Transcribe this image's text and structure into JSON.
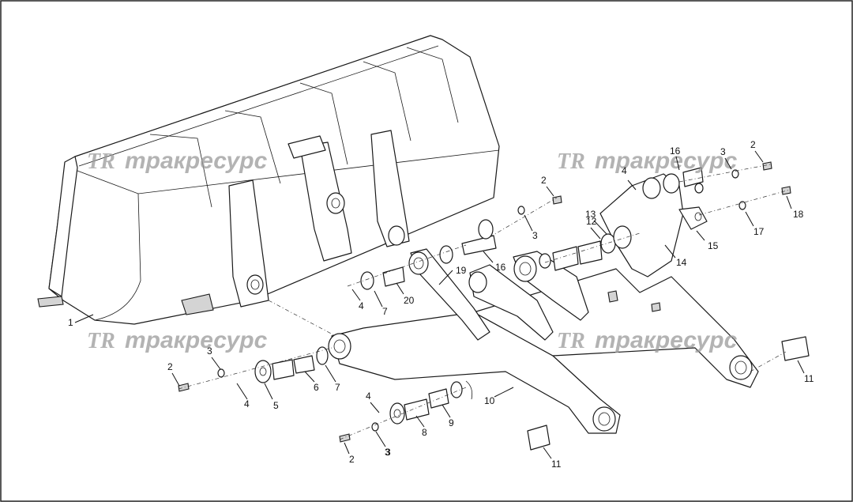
{
  "watermark": {
    "logo": "TR",
    "text": "тракресурс"
  },
  "callouts": [
    "1",
    "2",
    "3",
    "4",
    "5",
    "6",
    "7",
    "2",
    "3",
    "4",
    "7",
    "20",
    "19",
    "16",
    "2",
    "3",
    "4",
    "16",
    "3",
    "12",
    "13",
    "14",
    "15",
    "17",
    "18",
    "8",
    "9",
    "10",
    "4",
    "2",
    "3",
    "11",
    "11"
  ],
  "colors": {
    "line": "#1a1a1a",
    "watermark": "#9a9a9a",
    "background": "#ffffff"
  }
}
